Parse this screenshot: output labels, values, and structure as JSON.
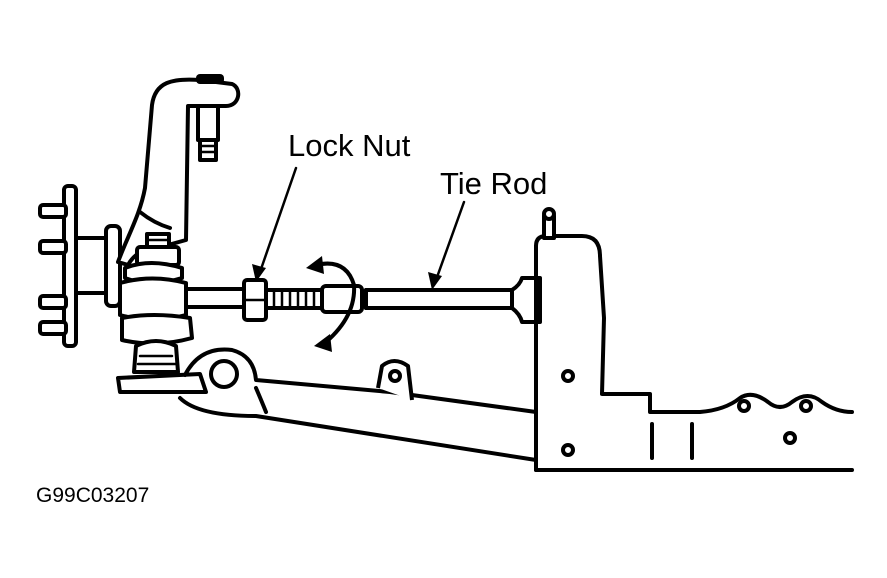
{
  "labels": {
    "lock_nut": "Lock Nut",
    "tie_rod": "Tie Rod",
    "figure_id": "G99C03207"
  },
  "colors": {
    "line": "#000000",
    "background": "#ffffff"
  }
}
